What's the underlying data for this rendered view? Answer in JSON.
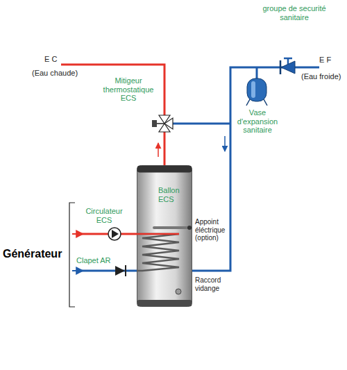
{
  "diagram": {
    "nodes": [
      {
        "text": [
          "Ballon ECS"
        ]
      }
    ],
    "labels": [
      "groupe de securité sanitaire",
      "E C",
      "(Eau chaude)",
      "E F",
      "(Eau froide)",
      "Mitigeur thermostatique ECS",
      "Vase d'expansion sanitaire",
      "Circulateur ECS",
      "Appoint éléctrique (option)",
      "Générateur",
      "Clapet AR",
      "Raccord vidange"
    ]
  }
}
